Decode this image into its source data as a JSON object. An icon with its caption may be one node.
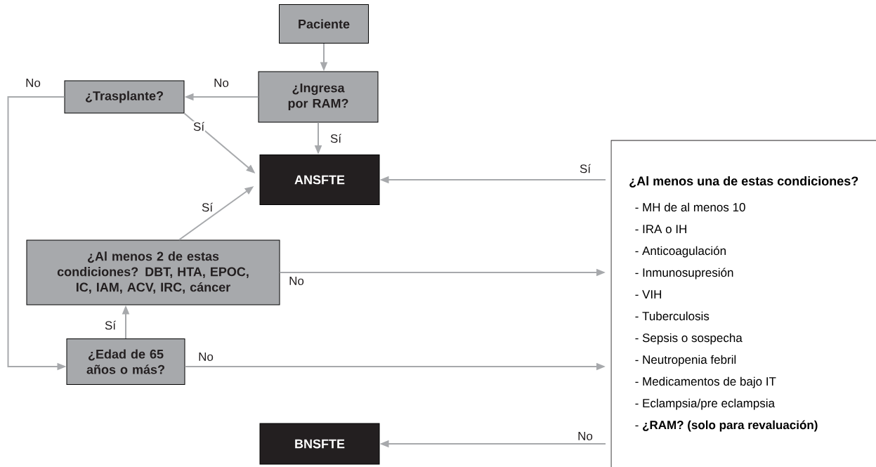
{
  "diagram": {
    "nodes": [
      {
        "text": [
          "Paciente"
        ]
      },
      {
        "text": [
          "¿Ingresa por RAM?"
        ]
      },
      {
        "text": [
          "¿Trasplante?"
        ]
      },
      {
        "text": [
          "ANSFTE"
        ]
      },
      {
        "text": [
          "¿Al menos 2 de estas condiciones? DBT, HTA, EPOC, IC, IAM, ACV, IRC, cáncer"
        ]
      },
      {
        "text": [
          "¿Edad de 65 años o más?"
        ]
      },
      {
        "text": [
          "BNSFTE"
        ]
      },
      {
        "text": [
          "¿Al menos una de estas condiciones?",
          "- MH de al menos 10",
          "- IRA o IH",
          "- Anticoagulación",
          "- Inmunosupresión",
          "- VIH",
          "- Tuberculosis",
          "- Sepsis o sospecha",
          "- Neutropenia febril",
          "- Medicamentos de bajo IT",
          "- Eclampsia/pre eclampsia",
          "- **¿RAM? (solo para revaluación)**"
        ]
      }
    ],
    "edges": [
      {
        "from": 0,
        "to": 1,
        "arrow": "to"
      },
      {
        "from": 1,
        "to": 2,
        "arrow": "to",
        "label": "No"
      },
      {
        "from": 1,
        "to": 3,
        "arrow": "to",
        "label": "Sí"
      },
      {
        "from": 2,
        "to": 3,
        "arrow": "to",
        "label": "Sí"
      },
      {
        "from": 4,
        "to": 3,
        "arrow": "to",
        "label": "Sí"
      },
      {
        "from": 2,
        "to": 5,
        "arrow": "to",
        "label": "No"
      },
      {
        "from": 5,
        "to": 4,
        "arrow": "to",
        "label": "Sí"
      },
      {
        "from": 4,
        "to": 7,
        "arrow": "to",
        "label": "No"
      },
      {
        "from": 5,
        "to": 7,
        "arrow": "to",
        "label": "No"
      },
      {
        "from": 7,
        "to": 3,
        "arrow": "to",
        "label": "Sí"
      },
      {
        "from": 7,
        "to": 6,
        "arrow": "to",
        "label": "No"
      }
    ]
  }
}
